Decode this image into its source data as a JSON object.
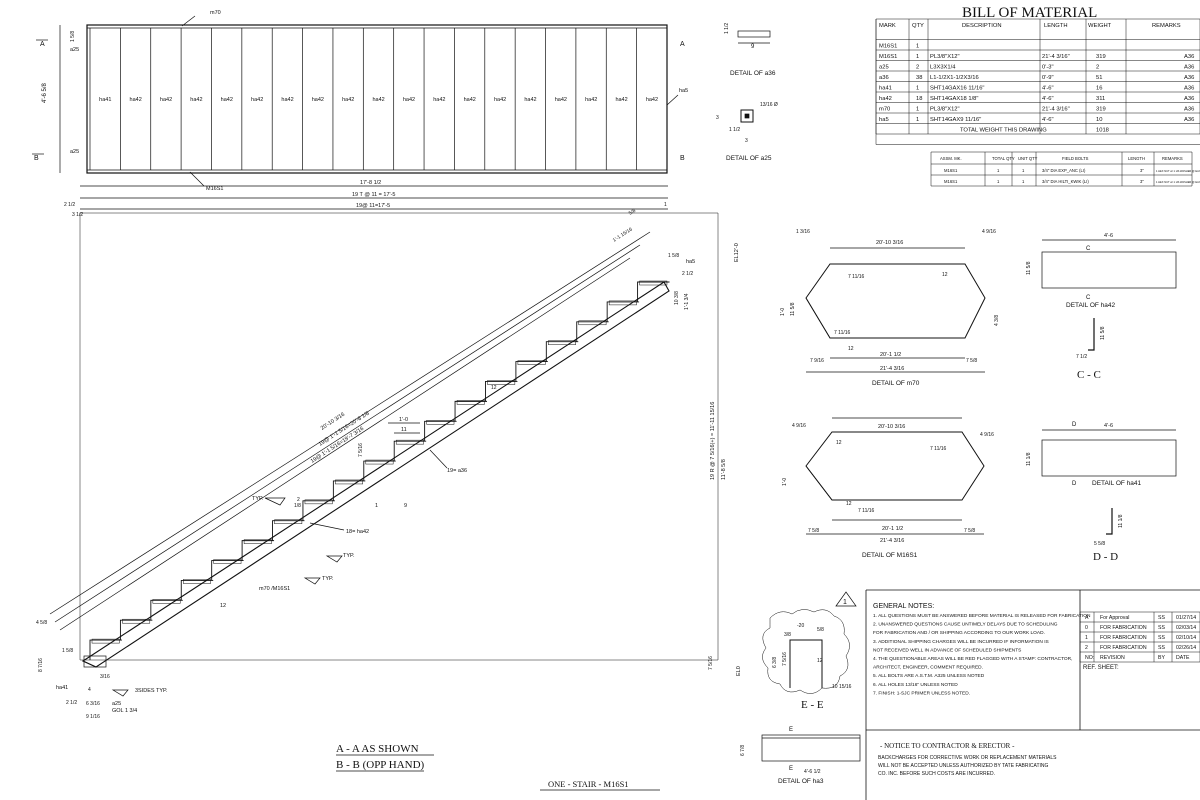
{
  "plan": {
    "mark": "M16S1",
    "section_a": "A",
    "section_b": "B",
    "edge_label_top": "m70",
    "dim_total": "4'-6 5/8",
    "dim_a25_top": "a25",
    "dim_a25_bot": "a25",
    "dim_1_5_8": "1 5/8",
    "treads": [
      "ha41",
      "ha42",
      "ha42",
      "ha42",
      "ha42",
      "ha42",
      "ha42",
      "ha42",
      "ha42",
      "ha42",
      "ha42",
      "ha42",
      "ha42",
      "ha42",
      "ha42",
      "ha42",
      "ha42",
      "ha42",
      "ha42"
    ],
    "right_label": "ha5",
    "bottom_mark": "M16S1"
  },
  "details_small": {
    "a36_title": "DETAIL OF  a36",
    "a36_dim": "9",
    "a36_side": "1 1/2",
    "a25_title": "DETAIL OF  a25",
    "a25_hole": "13/16 Ø",
    "a25_dim1": "3",
    "a25_dim2": "1 1/2",
    "a25_dim3": "3"
  },
  "bom": {
    "title": "BILL OF MATERIAL",
    "headers": [
      "MARK",
      "QTY",
      "DESCRIPTION",
      "LENGTH",
      "WEIGHT",
      "REMARKS"
    ],
    "rows": [
      [
        "M16S1",
        "1",
        "",
        "",
        "",
        ""
      ],
      [
        "M16S1",
        "1",
        "PL3/8\"X12\"",
        "21'-4 3/16\"",
        "319",
        "A36"
      ],
      [
        "a25",
        "2",
        "L3X3X1/4",
        "0'-3\"",
        "2",
        "A36"
      ],
      [
        "a36",
        "38",
        "L1-1/2X1-1/2X3/16",
        "0'-9\"",
        "51",
        "A36"
      ],
      [
        "ha41",
        "1",
        "SHT14GAX16 11/16\"",
        "4'-6\"",
        "16",
        "A36"
      ],
      [
        "ha42",
        "18",
        "SHT14GAX18 1/8\"",
        "4'-6\"",
        "311",
        "A36"
      ],
      [
        "m70",
        "1",
        "PL3/8\"X12\"",
        "21'-4 3/16\"",
        "319",
        "A36"
      ],
      [
        "ha5",
        "1",
        "SHT14GAX9 11/16\"",
        "4'-6\"",
        "10",
        "A36"
      ]
    ],
    "total_label": "TOTAL WEIGHT THIS DRAWING",
    "total_value": "1018"
  },
  "bolts": {
    "headers": [
      "ASSM. MK.",
      "TOTAL QTY",
      "UNIT QTY",
      "FIELD BOLTS",
      "LENGTH",
      "REMARKS"
    ],
    "rows": [
      [
        "M16S1",
        "1",
        "1",
        "3/4\"  DIA  EXP_ANC  (LI)",
        "3\"",
        "1 HEX NUT w/ 1 HS WASHER @ EA BOLT"
      ],
      [
        "M16S1",
        "1",
        "1",
        "3/4\"  DIA  HILTI_KWIK  (LI)",
        "3\"",
        "1 HEX NUT w/ 1 HS WASHER @ EA BOLT"
      ]
    ]
  },
  "elevation": {
    "dim_top_overall": "17'-8 1/2",
    "dim_top_t": "19 T @  11 = 17'-5",
    "dim_top_b": "19@ 11=17'-5",
    "dim_left_top": "2 1/2",
    "dim_left_top2": "3 1/2",
    "dim_right_top": "1",
    "diag1": "20'-10 3/16",
    "diag2": "19@ 1'-1 5/16=20'-8 1/8",
    "diag3": "19@ 1'-1 5/16=19'-7 3/16",
    "tread_w": "1'-0",
    "tread_11": "11",
    "riser_label": "7 5/16",
    "a36_callout": "19= a36",
    "ha42_callout": "18= ha42",
    "m70_callout": "m70 /M16S1",
    "typ1": "TYP.",
    "typ2": "TYP.",
    "typ3": "TYP.",
    "weld_1_8": "1/8",
    "weld_2": "2",
    "nine": "9",
    "one": "1",
    "twelve": "12",
    "height_label": "19 R @  7 5/16(+) = 11'-11 15/16",
    "height2": "11'-8 5/8",
    "el_top": "EL12'-0",
    "el_bot": "EL0",
    "ha5": "ha5",
    "ha41": "ha41",
    "a25": "a25",
    "gol": "GOL 1 3/4",
    "three_sides": "3SIDES TYP.",
    "dim_bottom1": "6 3/16",
    "dim_bottom2": "9 1/16",
    "dim_bot_l": "2 1/2",
    "dim_4": "4",
    "dim_left_1": "4 5/8",
    "dim_left_2": "8 7/16",
    "dim_right_1": "1'-1 3/4",
    "dim_right_2": "10 3/8",
    "dim_right_3": "7 5/16",
    "dim_top_right": "1 5/8",
    "dim_top_right2": "2 1/2",
    "dim_angle_a": "1'-1 15/16",
    "dim_angle_b": "5/8",
    "dim_1_5_8": "1 5/8",
    "dim_3_16": "3/16",
    "dim_12": "12"
  },
  "m70_detail": {
    "title": "DETAIL OF  m70",
    "top": "20'-10 3/16",
    "bottom1": "20'-1 1/2",
    "bottom2": "21'-4 3/16",
    "h": "1'-0",
    "d1": "1 3/16",
    "d2": "4 9/16",
    "d3": "7 11/16",
    "d4": "7 11/16",
    "d5": "12",
    "d6": "12",
    "d7": "7 5/8",
    "d8": "7 9/16",
    "d9": "4 3/8",
    "d10": "11 5/8"
  },
  "m16s1_detail": {
    "title": "DETAIL OF  M16S1",
    "top": "20'-10 3/16",
    "bottom1": "20'-1 1/2",
    "bottom2": "21'-4 3/16",
    "h": "1'-0",
    "d1": "4 9/16",
    "d2": "4 9/16",
    "d3": "7 5/8",
    "d4": "7 5/8",
    "d5": "12",
    "d6": "12",
    "d7": "7 11/16",
    "d8": "7 11/16"
  },
  "ha42": {
    "title": "DETAIL OF  ha42",
    "width": "4'-6",
    "h": "11 5/8",
    "mark": "C",
    "section": "C - C",
    "d1": "11 5/8",
    "d2": "7 1/2"
  },
  "ha41": {
    "title": "DETAIL OF  ha41",
    "width": "4'-6",
    "h": "11 1/8",
    "mark": "D",
    "section": "D - D",
    "d1": "11 1/8",
    "d2": "5 5/8"
  },
  "ee": {
    "title": "E - E",
    "d1": "-20",
    "d2": "5/8",
    "d3": "3/8",
    "d4": "6 3/8",
    "d5": "12",
    "d6": "7 5/16",
    "d7": "10 15/16"
  },
  "ha3": {
    "title": "DETAIL OF  ha3",
    "width": "4'-6 1/2",
    "h": "6 7/8",
    "mark": "E"
  },
  "notes": {
    "number": "1",
    "title": "GENERAL NOTES:",
    "items": [
      "1. ALL QUESTIONS MUST BE ANSWERED BEFORE MATERIAL IS RELEASED FOR FABRICATION",
      "2. UNANSWERED QUESTIONS CAUSE UNTIMELY DELAYS DUE TO SCHEDULING",
      "   FOR FABRICATION AND / OR SHIPPING ACCORDING TO OUR WORK LOAD.",
      "3. ADDITIONAL SHIPPING CHARGES WILL BE INCURRED IF INFORMATION IS",
      "   NOT RECEIVED WELL IN ADVANCE OF SCHEDULED SHIPMENTS",
      "4. THE QUESTIONABLE AREAS WILL BE RED FLAGGED WITH A STAMP: CONTRACTOR,",
      "   ARCHITECT, ENGINEER, COMMENT REQUIRED.",
      "5. ALL BOLTS ARE A.S.T.M. A325 UNLESS NOTED",
      "6. ALL HOLES 13/16\" UNLESS NOTED",
      "7. FINISH: 1-SJC PRIMER UNLESS NOTED."
    ]
  },
  "notice": {
    "title": "- NOTICE TO CONTRACTOR & ERECTOR -",
    "lines": [
      "BACKCHARGES FOR CORRECTIVE WORK OR REPLACEMENT MATERIALS",
      "WILL NOT BE ACCEPTED UNLESS AUTHORIZED BY TATE FABRICATING",
      "CO. INC. BEFORE SUCH COSTS ARE INCURRED."
    ]
  },
  "revisions": {
    "rows": [
      [
        "A",
        "For Approval",
        "SS",
        "01/27/14"
      ],
      [
        "0",
        "FOR FABRICATION",
        "SS",
        "02/03/14"
      ],
      [
        "1",
        "FOR FABRICATION",
        "SS",
        "02/10/14"
      ],
      [
        "2",
        "FOR FABRICATION",
        "SS",
        "02/26/14"
      ]
    ],
    "header": [
      "NO:",
      "REVISION",
      "BY",
      "DATE"
    ],
    "ref": "REF. SHEET:"
  },
  "labels": {
    "aa": "A - A AS SHOWN",
    "bb": "B - B (OPP HAND)",
    "sheet": "ONE - STAIR - M16S1"
  }
}
